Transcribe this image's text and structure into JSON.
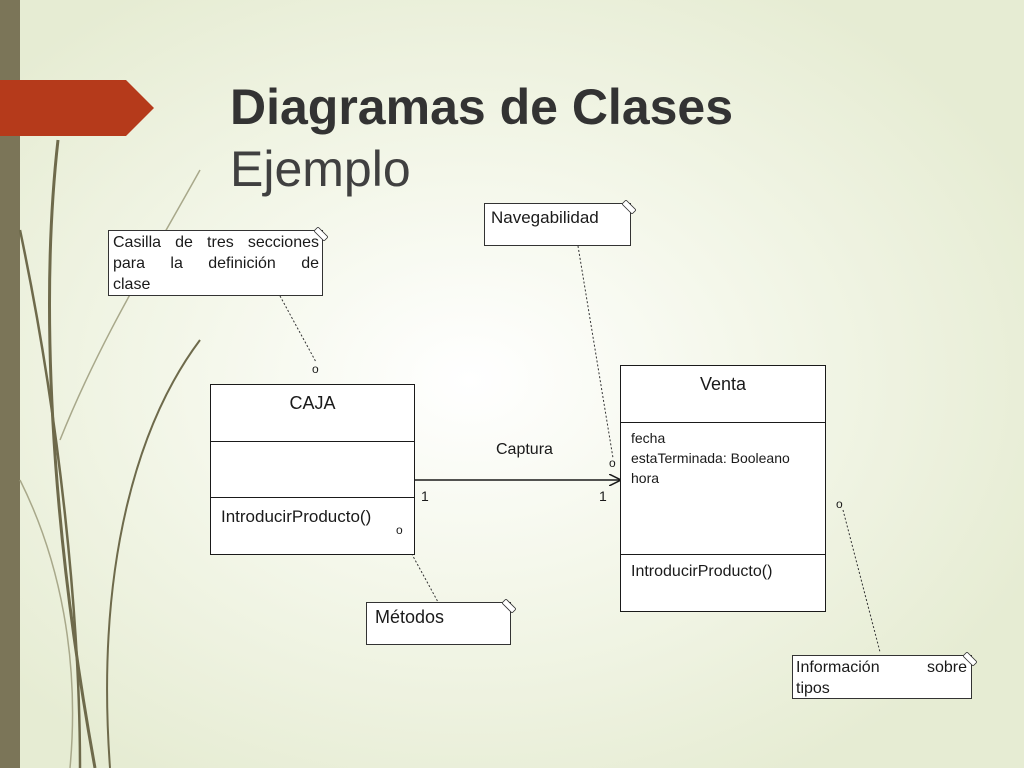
{
  "title": {
    "line1": "Diagramas de Clases",
    "line2": "Ejemplo"
  },
  "classes": {
    "caja": {
      "name": "CAJA",
      "attributes": [],
      "methods": [
        "IntroducirProducto()"
      ]
    },
    "venta": {
      "name": "Venta",
      "attributes": [
        "fecha",
        "estaTerminada: Booleano",
        "hora"
      ],
      "methods": [
        "IntroducirProducto()"
      ]
    }
  },
  "association": {
    "name": "Captura",
    "source_multiplicity": "1",
    "target_multiplicity": "1"
  },
  "notes": {
    "class_box": {
      "lines": [
        "Casilla de tres secciones",
        "para la definición de",
        "clase"
      ]
    },
    "navigability": {
      "text": "Navegabilidad"
    },
    "methods": {
      "text": "Métodos"
    },
    "types": {
      "lines": [
        "Información sobre",
        "tipos"
      ]
    }
  },
  "anchor_marker": "o",
  "colors": {
    "title_arrow": "#b53a1b",
    "left_bar": "#7b7558",
    "decor_stroke": "#6e6a4b",
    "text": "#1a1a1a"
  }
}
